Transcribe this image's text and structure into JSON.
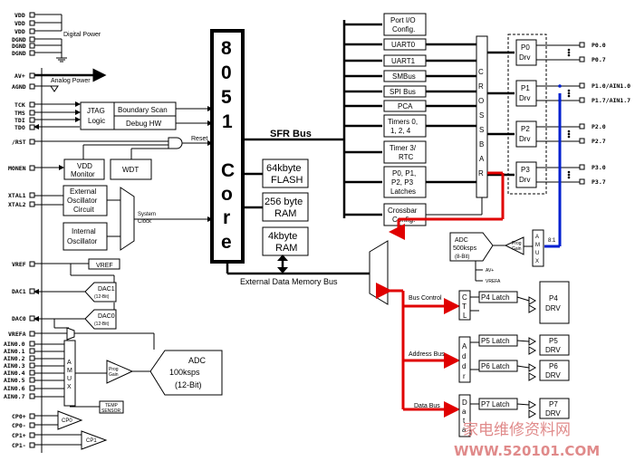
{
  "pins_left": {
    "vdd1": "VDD",
    "vdd2": "VDD",
    "vdd3": "VDD",
    "dgnd1": "DGND",
    "dgnd2": "DGND",
    "dgnd3": "DGND",
    "avp": "AV+",
    "agnd": "AGND",
    "tck": "TCK",
    "tms": "TMS",
    "tdi": "TDI",
    "tdo": "TDO",
    "rst": "/RST",
    "monen": "MONEN",
    "xtal1": "XTAL1",
    "xtal2": "XTAL2",
    "vref": "VREF",
    "dac1": "DAC1",
    "dac0": "DAC0",
    "vrefa": "VREFA",
    "ain0": "AIN0.0",
    "ain1": "AIN0.1",
    "ain2": "AIN0.2",
    "ain3": "AIN0.3",
    "ain4": "AIN0.4",
    "ain5": "AIN0.5",
    "ain6": "AIN0.6",
    "ain7": "AIN0.7",
    "cp0p": "CP0+",
    "cp0m": "CP0-",
    "cp1p": "CP1+",
    "cp1m": "CP1-"
  },
  "pins_right": {
    "p00": "P0.0",
    "p07": "P0.7",
    "p10": "P1.0/AIN1.0",
    "p17": "P1.7/AIN1.7",
    "p20": "P2.0",
    "p27": "P2.7",
    "p30": "P3.0",
    "p37": "P3.7"
  },
  "labels": {
    "digital_power": "Digital Power",
    "analog_power": "Analog Power",
    "jtag1": "JTAG",
    "jtag2": "Logic",
    "boundary_scan": "Boundary Scan",
    "debug_hw": "Debug HW",
    "reset": "Reset",
    "vdd_monitor1": "VDD",
    "vdd_monitor2": "Monitor",
    "wdt": "WDT",
    "ext_osc1": "External",
    "ext_osc2": "Oscillator",
    "ext_osc3": "Circuit",
    "int_osc1": "Internal",
    "int_osc2": "Oscillator",
    "system_clock1": "System",
    "system_clock2": "Clock",
    "vref_box": "VREF",
    "dac1_name": "DAC1",
    "dac1_bits": "(12-Bit)",
    "dac0_name": "DAC0",
    "dac0_bits": "(12-Bit)",
    "amux_left": [
      "A",
      "M",
      "U",
      "X"
    ],
    "prog_gain1": "Prog",
    "prog_gain2": "Gain",
    "adc_big1": "ADC",
    "adc_big2": "100ksps",
    "adc_big3": "(12-Bit)",
    "temp1": "TEMP",
    "temp2": "SENSOR",
    "cp0": "CP0",
    "cp1": "CP1",
    "core_letters": [
      "8",
      "0",
      "5",
      "1",
      "C",
      "o",
      "r",
      "e"
    ],
    "sfr_bus": "SFR Bus",
    "flash1": "64kbyte",
    "flash2": "FLASH",
    "ram1": "256 byte",
    "ram2": "RAM",
    "xram1": "4kbyte",
    "xram2": "RAM",
    "ext_mem_bus": "External Data Memory Bus",
    "port_io1": "Port I/O",
    "port_io2": "Config.",
    "uart0": "UART0",
    "uart1": "UART1",
    "smbus": "SMBus",
    "spi": "SPI Bus",
    "pca": "PCA",
    "timers1": "Timers 0,",
    "timers2": "1, 2, 4",
    "timer3_1": "Timer 3/",
    "timer3_2": "RTC",
    "latches1": "P0, P1,",
    "latches2": "P2, P3",
    "latches3": "Latches",
    "crossbar_cfg1": "Crossbar",
    "crossbar_cfg2": "Config.",
    "crossbar_letters": [
      "C",
      "R",
      "O",
      "S",
      "S",
      "B",
      "A",
      "R"
    ],
    "p0drv1": "P0",
    "p0drv2": "Drv",
    "p1drv1": "P1",
    "p1drv2": "Drv",
    "p2drv1": "P2",
    "p2drv2": "Drv",
    "p3drv1": "P3",
    "p3drv2": "Drv",
    "adc8_1": "ADC",
    "adc8_2": "500ksps",
    "adc8_3": "(8-Bit)",
    "prog_gain_r1": "Prog",
    "prog_gain_r2": "Gain",
    "amux_right": [
      "A",
      "M",
      "U",
      "X"
    ],
    "eight_to_one": "8:1",
    "avp_small": "AV+",
    "vrefa_small": "VREFA",
    "bus_control": "Bus Control",
    "address_bus": "Address Bus",
    "data_bus": "Data Bus",
    "ctl": [
      "C",
      "T",
      "L"
    ],
    "addr": [
      "A",
      "d",
      "d",
      "r"
    ],
    "data": [
      "D",
      "a",
      "t",
      "a"
    ],
    "p4latch": "P4 Latch",
    "p5latch": "P5 Latch",
    "p6latch": "P6 Latch",
    "p7latch": "P7 Latch",
    "p4drv1": "P4",
    "p4drv2": "DRV",
    "p5drv1": "P5",
    "p5drv2": "DRV",
    "p6drv1": "P6",
    "p6drv2": "DRV",
    "p7drv1": "P7",
    "p7drv2": "DRV"
  },
  "watermark": {
    "cn": "家电维修资料网",
    "url": "WWW.520101.COM"
  },
  "colors": {
    "background": "#ffffff",
    "sfr_bus": "#000000",
    "adc_path": "#e00000",
    "ain1_path": "#0020d0"
  }
}
